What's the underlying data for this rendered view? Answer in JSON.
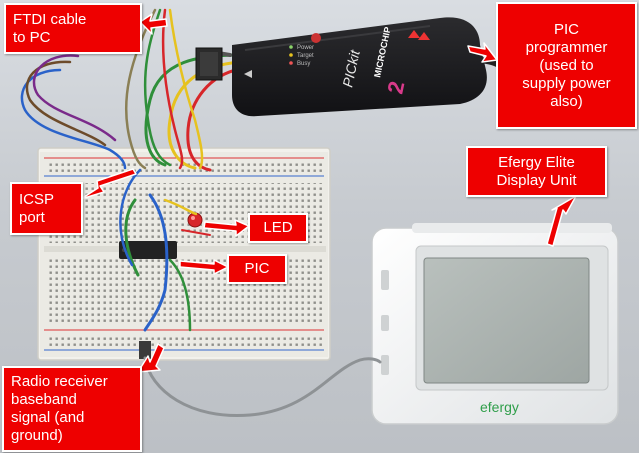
{
  "labels": {
    "ftdi": "FTDI cable\nto PC",
    "pic_programmer": "PIC\nprogrammer\n(used to\nsupply power\nalso)",
    "icsp": "ICSP\nport",
    "led": "LED",
    "pic": "PIC",
    "efergy_unit": "Efergy Elite\nDisplay Unit",
    "radio_receiver": "Radio receiver\nbaseband\nsignal (and\nground)"
  },
  "device_markings": {
    "pickit_brand": "MICROCHIP",
    "pickit_model": "PICkit",
    "pickit_number": "2",
    "pickit_led_power": "Power",
    "pickit_led_target": "Target",
    "pickit_led_busy": "Busy",
    "efergy_logo": "efergy"
  },
  "colors": {
    "callout_fill": "#ee0000",
    "callout_border": "#ffffff",
    "callout_text": "#ffffff",
    "breadboard": "#f2f1ec",
    "pickit_body": "#1d1d1f",
    "efergy_body": "#f3f4f4",
    "efergy_accent": "#2f9e4a"
  }
}
